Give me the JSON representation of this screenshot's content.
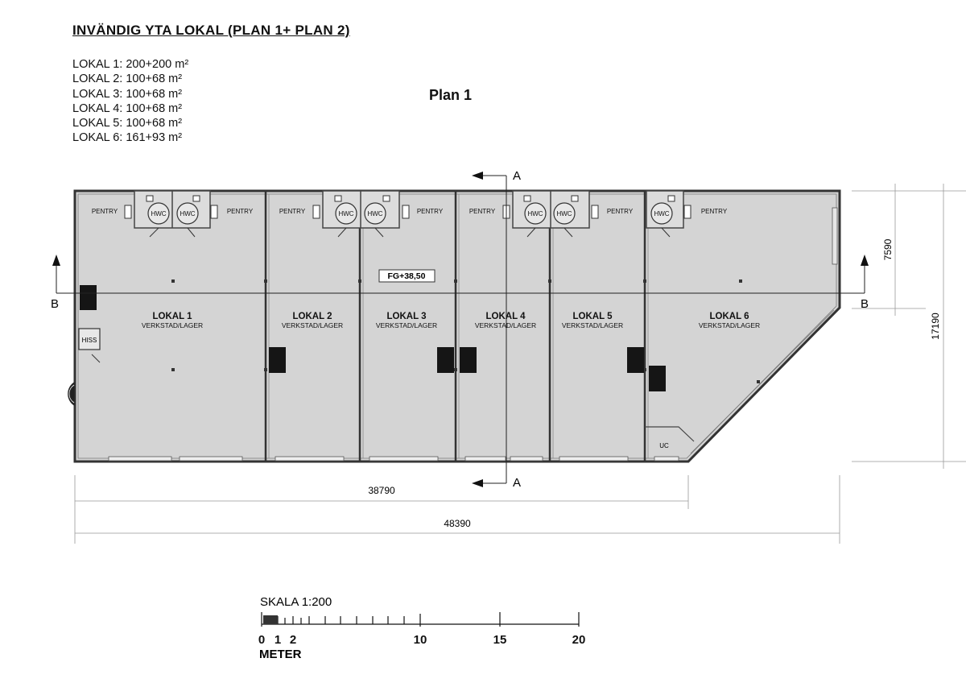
{
  "title": "INVÄNDIG YTA LOKAL (PLAN 1+ PLAN 2)",
  "areas": [
    "LOKAL 1: 200+200 m²",
    "LOKAL 2: 100+68 m²",
    "LOKAL 3: 100+68 m²",
    "LOKAL 4: 100+68 m²",
    "LOKAL 5: 100+68 m²",
    "LOKAL 6: 161+93 m²"
  ],
  "plan_title": "Plan 1",
  "rooms": [
    {
      "name": "LOKAL 1",
      "use": "VERKSTAD/LAGER"
    },
    {
      "name": "LOKAL 2",
      "use": "VERKSTAD/LAGER"
    },
    {
      "name": "LOKAL 3",
      "use": "VERKSTAD/LAGER"
    },
    {
      "name": "LOKAL 4",
      "use": "VERKSTAD/LAGER"
    },
    {
      "name": "LOKAL 5",
      "use": "VERKSTAD/LAGER"
    },
    {
      "name": "LOKAL 6",
      "use": "VERKSTAD/LAGER"
    }
  ],
  "labels": {
    "pentry": "PENTRY",
    "hwc": "HWC",
    "hiss": "HISS",
    "uc": "UC",
    "level": "FG+38,50"
  },
  "sections": {
    "a": "A",
    "b": "B"
  },
  "dimensions": {
    "inner_width": "38790",
    "total_width": "48390",
    "side_depth": "7590",
    "total_depth": "17190"
  },
  "scale": {
    "title": "SKALA 1:200",
    "unit": "METER",
    "ticks": [
      "0",
      "1",
      "2",
      "10",
      "15",
      "20"
    ]
  },
  "colors": {
    "floor": "#d4d4d4",
    "wall": "#333333",
    "line": "#555555"
  }
}
